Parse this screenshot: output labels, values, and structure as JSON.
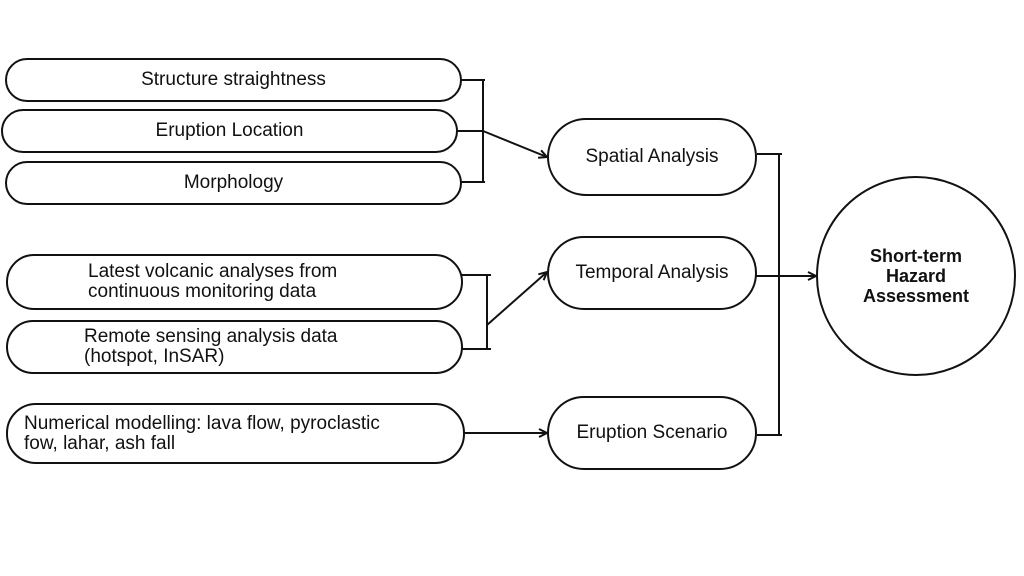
{
  "inputs": {
    "spatial_group": [
      {
        "label": "Structure straightness"
      },
      {
        "label": "Eruption Location"
      },
      {
        "label": "Morphology"
      }
    ],
    "temporal_group": [
      {
        "line1": "Latest volcanic analyses from",
        "line2": "continuous monitoring data"
      },
      {
        "line1": "Remote sensing analysis data",
        "line2": "(hotspot, InSAR)"
      }
    ],
    "scenario_group": [
      {
        "line1": "Numerical modelling: lava flow, pyroclastic",
        "line2": "fow, lahar, ash fall"
      }
    ]
  },
  "analyses": {
    "spatial": "Spatial Analysis",
    "temporal": "Temporal Analysis",
    "scenario": "Eruption Scenario"
  },
  "output": {
    "line1": "Short-term",
    "line2": "Hazard",
    "line3": "Assessment"
  },
  "colors": {
    "stroke": "#111111",
    "background": "#ffffff"
  }
}
